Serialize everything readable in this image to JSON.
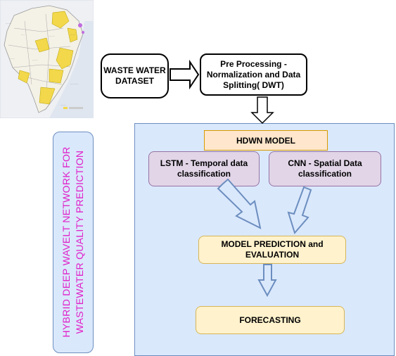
{
  "map": {
    "description_icon": "tamil-nadu-district-map-icon"
  },
  "dataset": {
    "label": "WASTE WATER DATASET"
  },
  "preprocess": {
    "label": "Pre Processing - Normalization and Data Splitting( DWT)"
  },
  "title": {
    "line1": "HYBRID DEEP WAVELT NETWORK FOR",
    "line2": "WASTEWATER QUALITY PREDICTION",
    "color": "#e020c8"
  },
  "model": {
    "hdwn": "HDWN MODEL",
    "lstm": "LSTM - Temporal data classification",
    "cnn": "CNN - Spatial Data classification",
    "prediction": "MODEL PREDICTION and EVALUATION",
    "forecasting": "FORECASTING"
  },
  "colors": {
    "container_fill": "#dae8fc",
    "container_stroke": "#6c8ebf",
    "hdwn_fill": "#ffe6cc",
    "classifier_fill": "#e1d5e7",
    "result_fill": "#fff2cc"
  }
}
